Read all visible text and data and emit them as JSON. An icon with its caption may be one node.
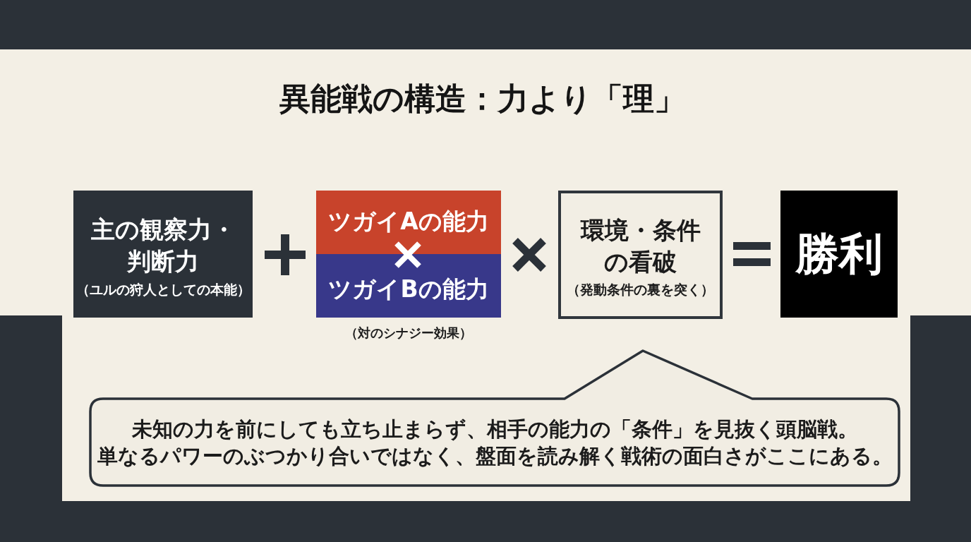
{
  "diagram": {
    "title": "異能戦の構造：力より「理」",
    "nodes": [
      {
        "text": [
          "主の観察力・判断力",
          "（ユルの狩人としての本能）"
        ]
      },
      {
        "text": [],
        "shape": "box",
        "beside": [
          "（対のシナジー効果）"
        ]
      },
      {
        "text": [
          "ツガイAの能力"
        ],
        "in": 1
      },
      {
        "text": [
          "ツガイBの能力"
        ],
        "in": 1
      },
      {
        "text": [
          "環境・条件の看破",
          "（発動条件の裏を突く）"
        ]
      },
      {
        "text": [
          "勝利"
        ]
      },
      {
        "text": [
          "未知の力を前にしても立ち止まらず、相手の能力の「条件」を見抜く頭脳戦。",
          "単なるパワーのぶつかり合いではなく、盤面を読み解く戦術の面白さがここにある。"
        ]
      }
    ]
  }
}
